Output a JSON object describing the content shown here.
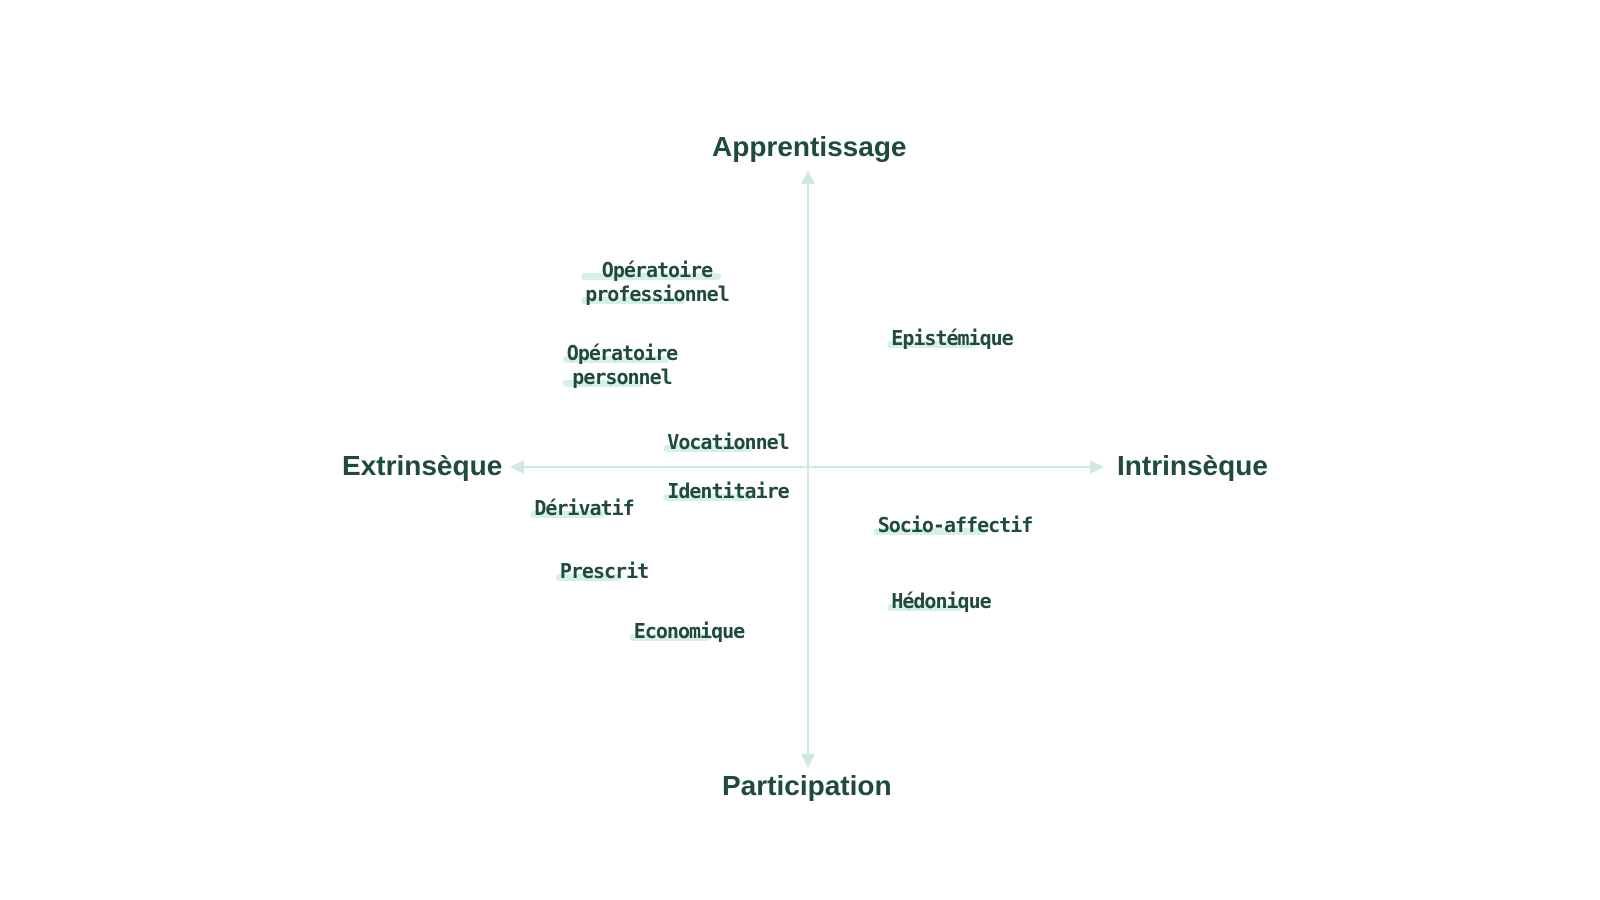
{
  "axes": {
    "top": "Apprentissage",
    "bottom": "Participation",
    "left": "Extrinsèque",
    "right": "Intrinsèque"
  },
  "items": [
    {
      "name": "operatoire-professionnel",
      "lines": [
        "Opératoire",
        "professionnel"
      ]
    },
    {
      "name": "operatoire-personnel",
      "lines": [
        "Opératoire",
        "personnel"
      ]
    },
    {
      "name": "epistemique",
      "lines": [
        "Epistémique"
      ]
    },
    {
      "name": "vocationnel",
      "lines": [
        "Vocationnel"
      ]
    },
    {
      "name": "identitaire",
      "lines": [
        "Identitaire"
      ]
    },
    {
      "name": "derivatif",
      "lines": [
        "Dérivatif"
      ]
    },
    {
      "name": "socio-affectif",
      "lines": [
        "Socio-affectif"
      ]
    },
    {
      "name": "prescrit",
      "lines": [
        "Prescrit"
      ]
    },
    {
      "name": "hedonique",
      "lines": [
        "Hédonique"
      ]
    },
    {
      "name": "economique",
      "lines": [
        "Economique"
      ]
    }
  ],
  "colors": {
    "text": "#1e4a3f",
    "axis": "#cfe9e2",
    "highlight": "#d6efe8"
  }
}
